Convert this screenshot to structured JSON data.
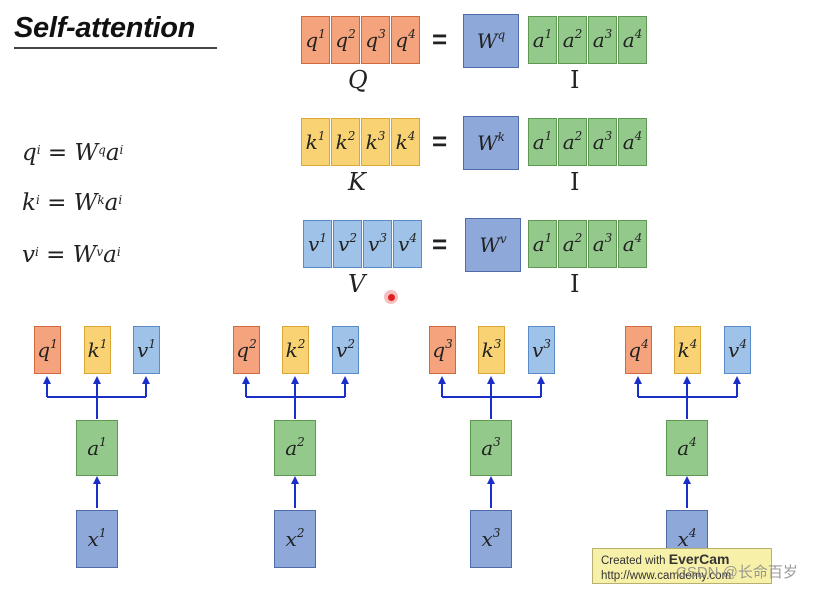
{
  "title": "Self-attention",
  "equations": [
    {
      "lhs": "q",
      "sup1": "i",
      "eq": " = ",
      "w": "W",
      "wsup": "q",
      "a": "a",
      "asup": "i"
    },
    {
      "lhs": "k",
      "sup1": "i",
      "eq": " = ",
      "w": "W",
      "wsup": "k",
      "a": "a",
      "asup": "i"
    },
    {
      "lhs": "v",
      "sup1": "i",
      "eq": " = ",
      "w": "W",
      "wsup": "v",
      "a": "a",
      "asup": "i"
    }
  ],
  "matrix_rows": [
    {
      "letter": "q",
      "result_label": "Q",
      "weight": "W",
      "weight_sup": "q",
      "input_label": "I"
    },
    {
      "letter": "k",
      "result_label": "K",
      "weight": "W",
      "weight_sup": "k",
      "input_label": "I"
    },
    {
      "letter": "v",
      "result_label": "V",
      "weight": "W",
      "weight_sup": "v",
      "input_label": "I"
    }
  ],
  "indices": [
    "1",
    "2",
    "3",
    "4"
  ],
  "equals": "=",
  "input_letter": "a",
  "x_letter": "x",
  "columns": [
    {
      "q": "q",
      "k": "k",
      "v": "v",
      "a": "a",
      "x": "x",
      "idx": "1"
    },
    {
      "q": "q",
      "k": "k",
      "v": "v",
      "a": "a",
      "x": "x",
      "idx": "2"
    },
    {
      "q": "q",
      "k": "k",
      "v": "v",
      "a": "a",
      "x": "x",
      "idx": "3"
    },
    {
      "q": "q",
      "k": "k",
      "v": "v",
      "a": "a",
      "x": "x",
      "idx": "4"
    }
  ],
  "watermark": {
    "line1_prefix": "Created with ",
    "line1_brand": "EverCam",
    "line2": "http://www.camdemy.com"
  },
  "csdn_watermark": "CSDN @长命百岁⁠",
  "colors": {
    "q": "#f4a37d",
    "k": "#f9d373",
    "v": "#9fc2e8",
    "a": "#94c98c",
    "w": "#8ea8da",
    "arrow": "#1a2fc8"
  }
}
